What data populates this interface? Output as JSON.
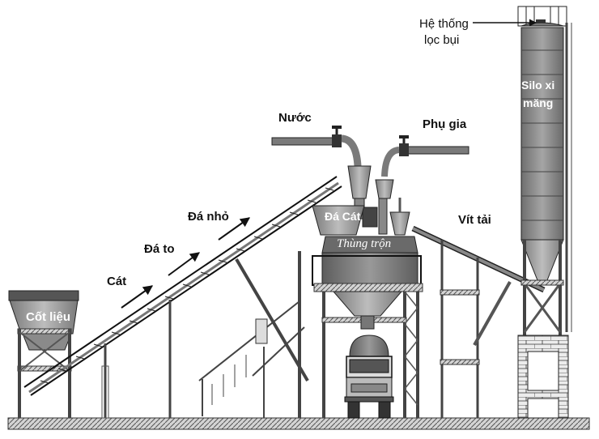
{
  "labels": {
    "dust_filter_line1": "Hệ thống",
    "dust_filter_line2": "lọc bụi",
    "silo_line1": "Silo xi",
    "silo_line2": "măng",
    "water": "Nước",
    "additive": "Phụ gia",
    "small_stone": "Đá nhỏ",
    "large_stone": "Đá to",
    "sand": "Cát",
    "aggregate": "Cốt liệu",
    "stone_sand": "Đá Cát",
    "mixer": "Thùng trộn",
    "screw_conveyor": "Vít tải"
  },
  "colors": {
    "ground": "#bcbcbc",
    "structure": "#555555",
    "silo_body": "#8e8e8e",
    "silo_band": "#a8a8a8",
    "mixer_body": "#7a7a7a",
    "hopper": "#9c9c9c",
    "brick": "#e6e6e6",
    "line": "#111111"
  }
}
